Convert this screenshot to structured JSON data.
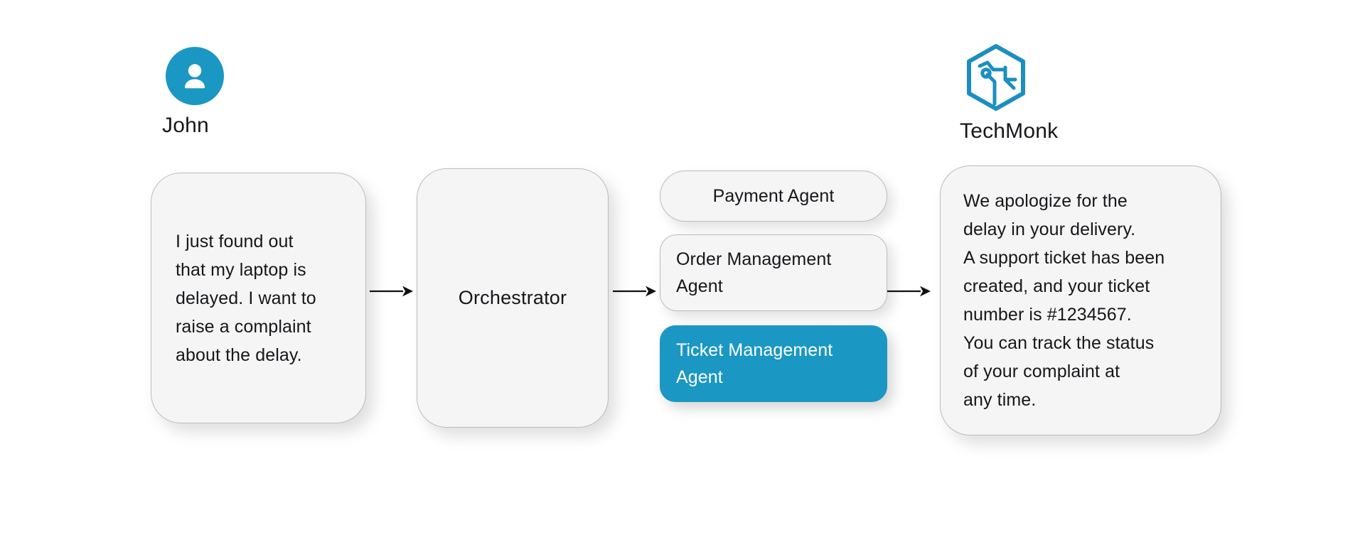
{
  "colors": {
    "accent": "#1B97C4",
    "card_fill": "#F5F5F5",
    "card_border": "#B9BCC0",
    "text": "#15171A",
    "highlight_text": "#FFFFFF",
    "background": "#FFFFFF"
  },
  "user": {
    "avatar_icon": "user-avatar-icon",
    "name": "John",
    "message_lines": [
      "I just found out",
      "that my laptop is",
      "delayed. I want to",
      "raise a complaint",
      "about the delay."
    ]
  },
  "orchestrator": {
    "label": "Orchestrator"
  },
  "agents": [
    {
      "id": "payment-agent",
      "lines": [
        "Payment Agent"
      ],
      "selected": false,
      "shape": "pill"
    },
    {
      "id": "order-management-agent",
      "lines": [
        "Order Management",
        "Agent"
      ],
      "selected": false,
      "shape": "rounded-rect"
    },
    {
      "id": "ticket-management-agent",
      "lines": [
        "Ticket Management",
        "Agent"
      ],
      "selected": true,
      "shape": "rounded-rect"
    }
  ],
  "brand": {
    "logo_icon": "techmonk-hexagon-circuit-logo",
    "name": "TechMonk",
    "reply_lines": [
      "We apologize for the",
      "delay in your delivery.",
      "A support ticket has been",
      "created, and your ticket",
      "number is #1234567.",
      "You can track the status",
      "of your complaint at",
      "any time."
    ],
    "ticket_number": "#1234567"
  },
  "arrows": [
    {
      "id": "arrow-user-to-orchestrator",
      "icon": "arrow-right-icon"
    },
    {
      "id": "arrow-orchestrator-to-agents",
      "icon": "arrow-right-icon"
    },
    {
      "id": "arrow-agents-to-reply",
      "icon": "arrow-right-icon"
    }
  ]
}
